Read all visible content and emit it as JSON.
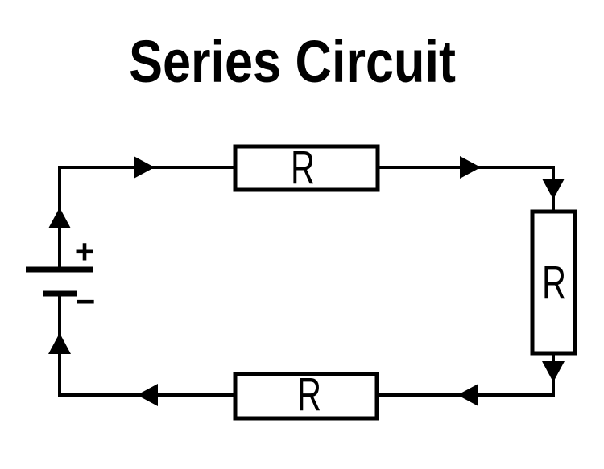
{
  "diagram": {
    "type": "series-circuit",
    "title": "Series Circuit",
    "current_direction": "clockwise",
    "battery": {
      "positive_label": "+",
      "negative_label": "−"
    },
    "resistors": {
      "top": "R",
      "right": "R",
      "bottom": "R"
    },
    "colors": {
      "line": "#000000",
      "background": "#ffffff"
    }
  }
}
